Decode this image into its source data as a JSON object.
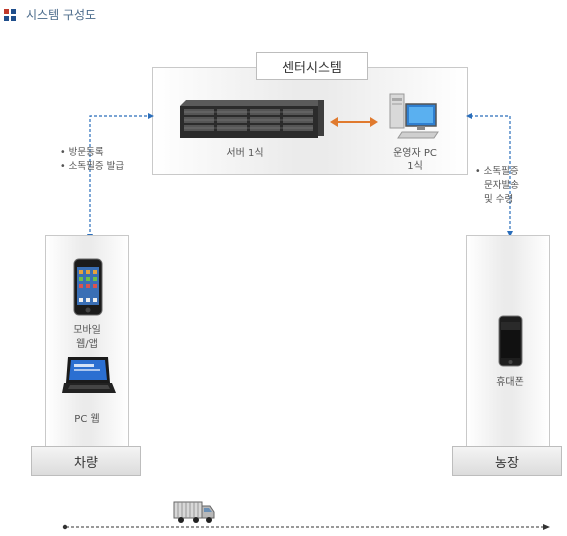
{
  "header": {
    "title": "시스템 구성도"
  },
  "center_system": {
    "title": "센터시스템",
    "server_label": "서버 1식",
    "operator_pc_label_1": "운영자 PC",
    "operator_pc_label_2": "1식"
  },
  "left_notes": [
    "• 방문등록",
    "• 소독필증 발급"
  ],
  "right_notes": [
    "• 소독필증",
    "문자발송",
    "및 수령"
  ],
  "vehicle": {
    "label": "차량",
    "mobile_label_1": "모바일",
    "mobile_label_2": "웹/앱",
    "pc_label": "PC 웹"
  },
  "farm": {
    "label": "농장",
    "phone_label": "휴대폰"
  },
  "colors": {
    "accent_blue": "#2a6ebb",
    "arrow_orange": "#e07a2e",
    "title_blue": "#4a6a8a"
  }
}
